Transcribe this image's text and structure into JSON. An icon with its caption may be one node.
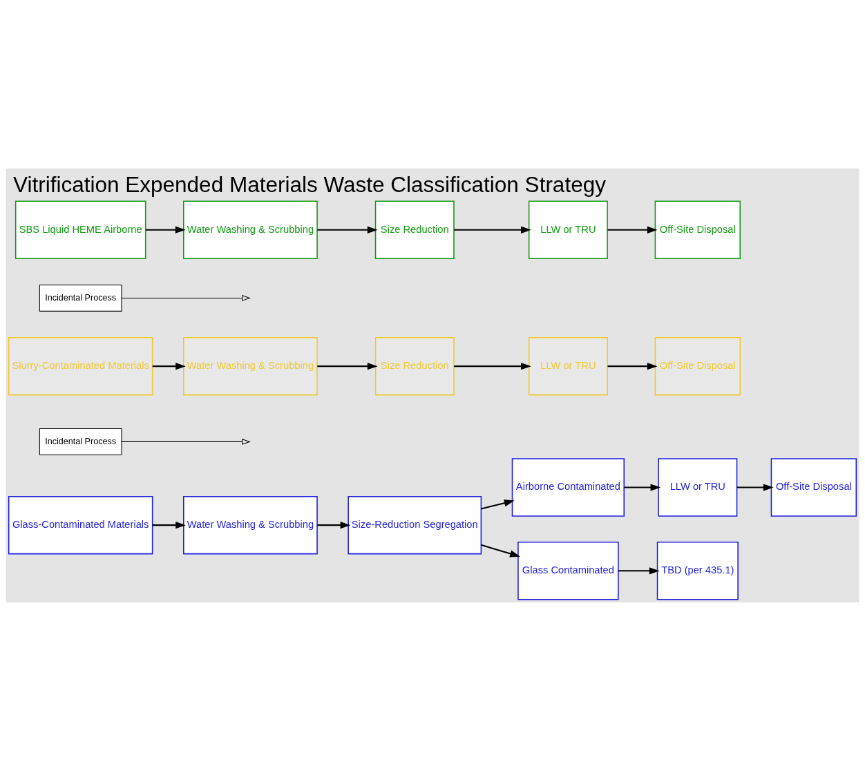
{
  "diagram": {
    "title": "Vitrification Expended Materials Waste Classification Strategy",
    "nodes": [
      {
        "text": [
          "Glass-Contaminated Materials"
        ]
      },
      {
        "text": [
          "Water Washing & Scrubbing"
        ]
      },
      {
        "text": [
          "Size-Reduction Segregation"
        ]
      },
      {
        "text": [
          "Airborne Contaminated"
        ]
      },
      {
        "text": [
          "Glass Contaminated"
        ]
      },
      {
        "text": [
          "Incidental Process"
        ]
      },
      {
        "text": [
          "LLW or TRU"
        ]
      },
      {
        "text": [
          "Off-Site Disposal"
        ]
      },
      {
        "text": [
          "TBD (per 435.1)"
        ]
      },
      {
        "text": [
          "Slurry-Contaminated Materials"
        ]
      },
      {
        "text": [
          "Water Washing & Scrubbing"
        ]
      },
      {
        "text": [
          "Size Reduction"
        ]
      },
      {
        "text": [
          "Incidental Process"
        ]
      },
      {
        "text": [
          "LLW or TRU"
        ]
      },
      {
        "text": [
          "Off-Site Disposal"
        ]
      },
      {
        "text": [
          "SBS Liquid HEME Airborne"
        ]
      },
      {
        "text": [
          "Water Washing & Scrubbing"
        ]
      },
      {
        "text": [
          "Size Reduction"
        ]
      },
      {
        "text": [
          "LLW or TRU"
        ]
      },
      {
        "text": [
          "Off-Site Disposal"
        ]
      }
    ],
    "edges": [
      {
        "from": 0,
        "to": 1,
        "arrow": "to"
      },
      {
        "from": 1,
        "to": 2,
        "arrow": "to"
      },
      {
        "from": 2,
        "to": 3,
        "arrow": "to"
      },
      {
        "from": 2,
        "to": 4,
        "arrow": "to"
      },
      {
        "from": 3,
        "to": 6,
        "arrow": "to"
      },
      {
        "from": 6,
        "to": 7,
        "arrow": "to"
      },
      {
        "from": 4,
        "to": 8,
        "arrow": "to"
      },
      {
        "from": 5,
        "to": null,
        "arrow": "to"
      },
      {
        "from": 9,
        "to": 10,
        "arrow": "to"
      },
      {
        "from": 10,
        "to": 11,
        "arrow": "to"
      },
      {
        "from": 11,
        "to": 13,
        "arrow": "to"
      },
      {
        "from": 12,
        "to": null,
        "arrow": "to"
      },
      {
        "from": 13,
        "to": 14,
        "arrow": "to"
      },
      {
        "from": 15,
        "to": 16,
        "arrow": "to"
      },
      {
        "from": 16,
        "to": 17,
        "arrow": "to"
      },
      {
        "from": 17,
        "to": 18,
        "arrow": "to"
      },
      {
        "from": 18,
        "to": 19,
        "arrow": "to"
      }
    ]
  }
}
